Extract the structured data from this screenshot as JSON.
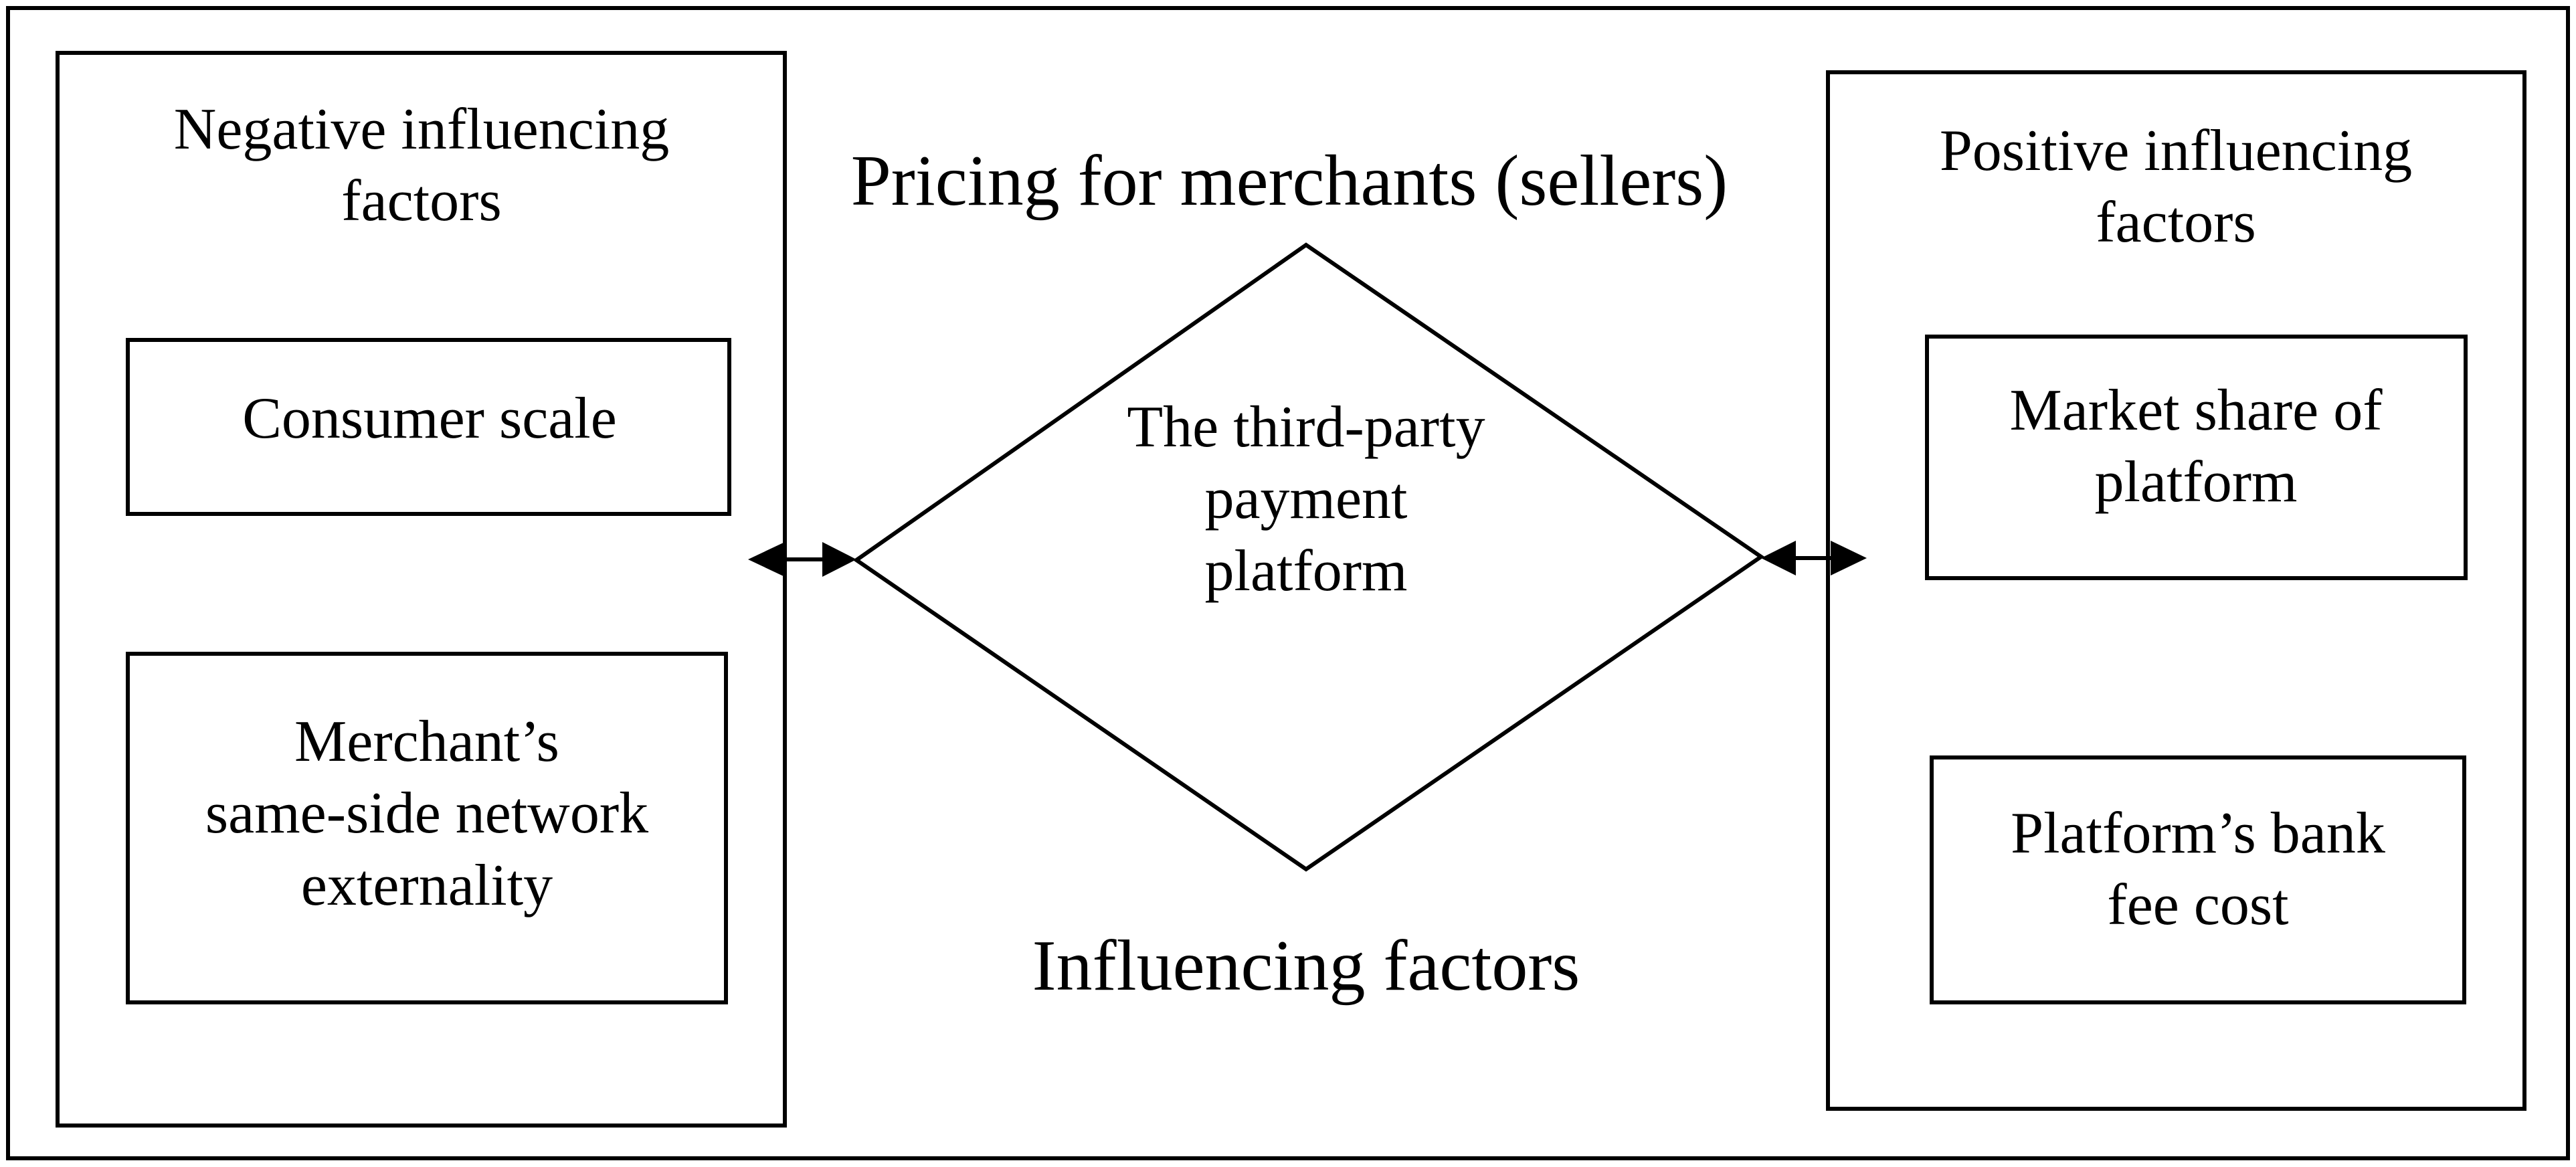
{
  "title": "Pricing for merchants (sellers)",
  "subtitle": "Influencing factors",
  "center": {
    "lines": [
      "The third-party",
      "payment",
      "platform"
    ]
  },
  "negative": {
    "heading": [
      "Negative influencing",
      "factors"
    ],
    "items": [
      {
        "lines": [
          "Consumer scale"
        ]
      },
      {
        "lines": [
          "Merchant’s",
          "same-side network",
          "externality"
        ]
      }
    ]
  },
  "positive": {
    "heading": [
      "Positive influencing",
      "factors"
    ],
    "items": [
      {
        "lines": [
          "Market share of",
          "platform"
        ]
      },
      {
        "lines": [
          "Platform’s bank",
          "fee cost"
        ]
      }
    ]
  },
  "colors": {
    "stroke": "#000000",
    "background": "#ffffff"
  }
}
